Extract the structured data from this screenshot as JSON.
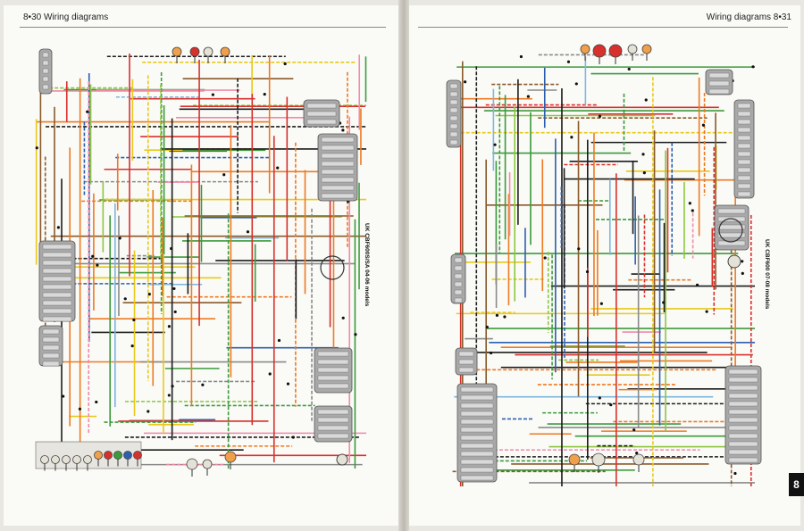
{
  "left_page": {
    "header": "8•30  Wiring diagrams",
    "model_label": "UK CBF600S/SA 04-06 models"
  },
  "right_page": {
    "header": "Wiring diagrams  8•31",
    "model_label": "UK CBF600 07-08 models",
    "chapter_tab": "8"
  },
  "diagram": {
    "wire_colors": {
      "red": "#d8302c",
      "orange": "#ee7a22",
      "yellow": "#e8c91a",
      "green": "#3c9a3c",
      "lightgreen": "#8cc63f",
      "blue": "#2e5fae",
      "lightblue": "#7cb6de",
      "black": "#1c1c1c",
      "brown": "#8a5a2b",
      "grey": "#8a8a8a",
      "pink": "#f08aa8",
      "white": "#c8c8c8"
    },
    "component_fill": "#a9a9a9",
    "bulb_colors": {
      "amber": "#f0a04a",
      "red": "#d8302c",
      "white": "#e4e1d6",
      "green": "#3c9a3c",
      "blue": "#2e5fae"
    }
  }
}
